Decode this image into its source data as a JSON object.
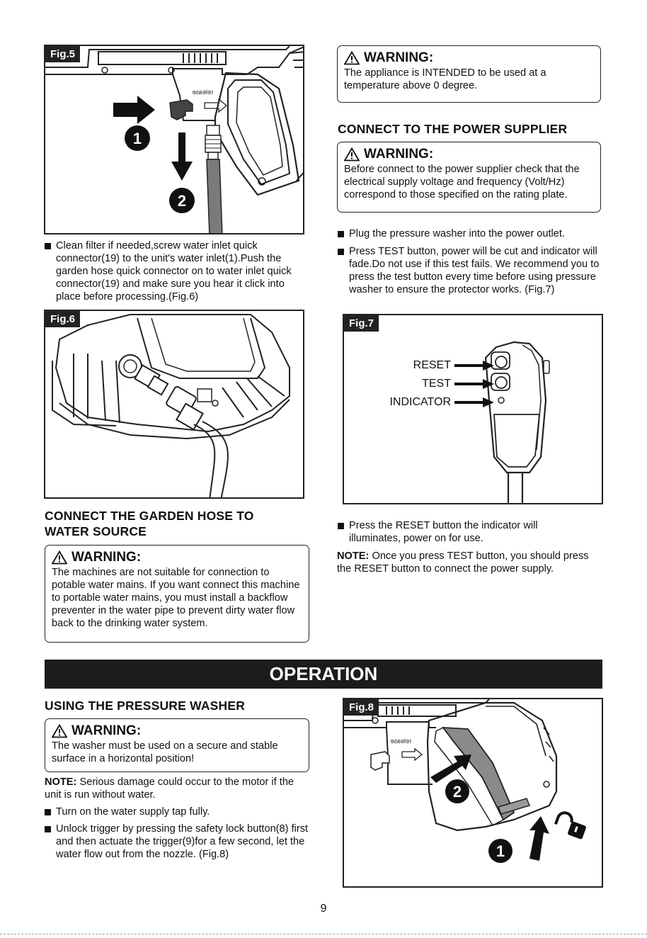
{
  "fig5": {
    "label": "Fig.5",
    "step1": "1",
    "step2": "2",
    "mirror_text": "release"
  },
  "bullet_clean_filter": "Clean filter if needed,screw water inlet quick connector(19) to the unit's water inlet(1).Push the garden hose quick connector on to water inlet quick connector(19) and make sure you hear it click into place before processing.(Fig.6)",
  "fig6": {
    "label": "Fig.6"
  },
  "heading_garden_hose": "CONNECT THE GARDEN HOSE TO WATER SOURCE",
  "warning_water_mains": {
    "title": "WARNING:",
    "body": "The machines are not suitable for connection to potable water mains. If you want connect this machine to portable water mains, you must install a backflow preventer in the water pipe to prevent dirty water flow back to the drinking water system."
  },
  "warning_temperature": {
    "title": "WARNING:",
    "body": "The appliance is INTENDED to be used at a temperature above 0 degree."
  },
  "heading_power": "CONNECT TO THE POWER SUPPLIER",
  "warning_voltage": {
    "title": "WARNING:",
    "body": "Before connect to the power supplier check that the electrical supply voltage and frequency (Volt/Hz) correspond to those specified on the rating plate."
  },
  "bullet_plug": "Plug the pressure washer into the power outlet.",
  "bullet_test": "Press TEST button, power will be cut and indicator will fade.Do not use if this test fails. We recommend you to press the test button every time before using pressure washer to ensure the protector works. (Fig.7)",
  "fig7": {
    "label": "Fig.7",
    "reset": "RESET",
    "test": "TEST",
    "indicator": "INDICATOR"
  },
  "bullet_reset": "Press the RESET button the indicator will illuminates, power on for use.",
  "note_reset": {
    "label": "NOTE:",
    "text": "Once you press TEST button, you should press the RESET button to connect the power supply."
  },
  "banner_operation": "OPERATION",
  "heading_using": "USING THE PRESSURE WASHER",
  "warning_surface": {
    "title": "WARNING:",
    "body": "The washer must be used on a secure and stable surface in a horizontal position!"
  },
  "note_damage": {
    "label": "NOTE:",
    "text": "Serious damage could occur to the motor if the unit is run without water."
  },
  "bullet_tap": "Turn on the water supply tap fully.",
  "bullet_unlock": "Unlock trigger by pressing the safety lock button(8) first and then actuate the trigger(9)for a few second, let the water flow out from the nozzle. (Fig.8)",
  "fig8": {
    "label": "Fig.8",
    "step1": "1",
    "step2": "2",
    "mirror_text": "release"
  },
  "page_number": "9"
}
